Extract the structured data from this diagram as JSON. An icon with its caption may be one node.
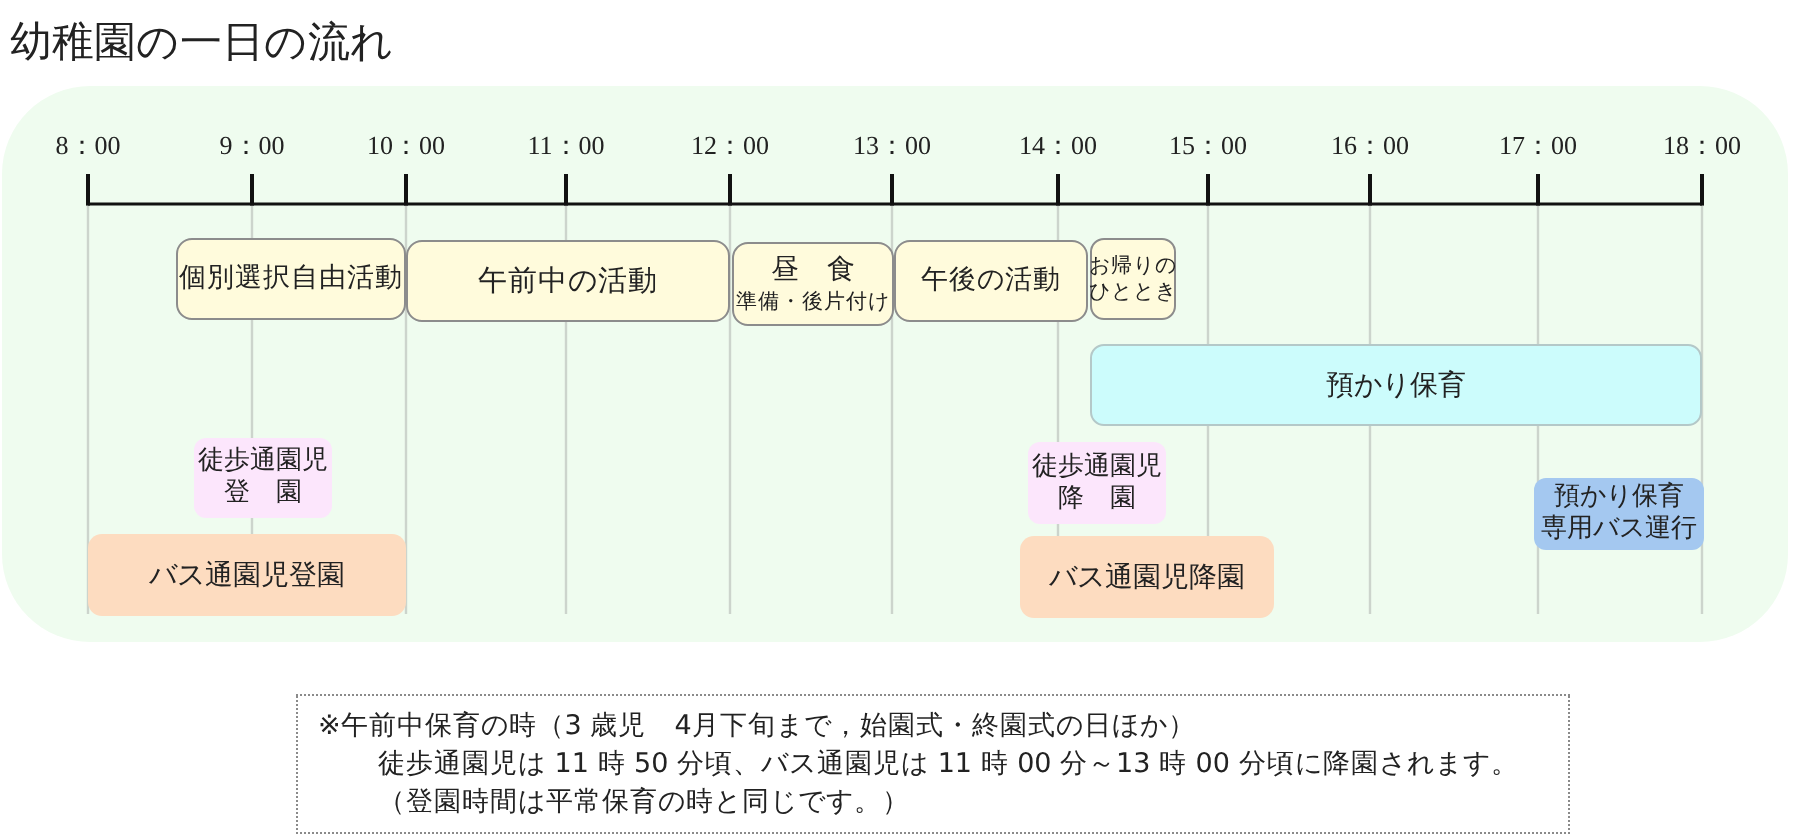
{
  "diagram": {
    "title": "幼稚園の一日の流れ",
    "nodes": [
      {
        "text": [
          "個別選択自由活動"
        ]
      },
      {
        "text": [
          "午前中の活動"
        ]
      },
      {
        "text": [
          "昼　食",
          "準備・後片付け"
        ]
      },
      {
        "text": [
          "午後の活動"
        ]
      },
      {
        "text": [
          "お帰りのひととき"
        ]
      },
      {
        "text": [
          "預かり保育"
        ]
      },
      {
        "text": [
          "徒歩通園児登　園"
        ]
      },
      {
        "text": [
          "徒歩通園児降　園"
        ]
      },
      {
        "text": [
          "預かり保育専用バス運行"
        ]
      },
      {
        "text": [
          "バス通園児登園"
        ]
      },
      {
        "text": [
          "バス通園児降園"
        ]
      },
      {
        "text": [
          "※午前中保育の時（3 歳児　4月下旬まで，始園式・終園式の日ほか）",
          "徒歩通園児は 11 時 50 分頃、バス通園児は 11 時 00 分～13 時 00 分頃に降園されます。",
          "（登園時間は平常保育の時と同じです。）"
        ]
      }
    ],
    "labels": [
      "8：00",
      "9：00",
      "10：00",
      "11：00",
      "12：00",
      "13：00",
      "14：00",
      "15：00",
      "16：00",
      "17：00",
      "18：00"
    ]
  }
}
